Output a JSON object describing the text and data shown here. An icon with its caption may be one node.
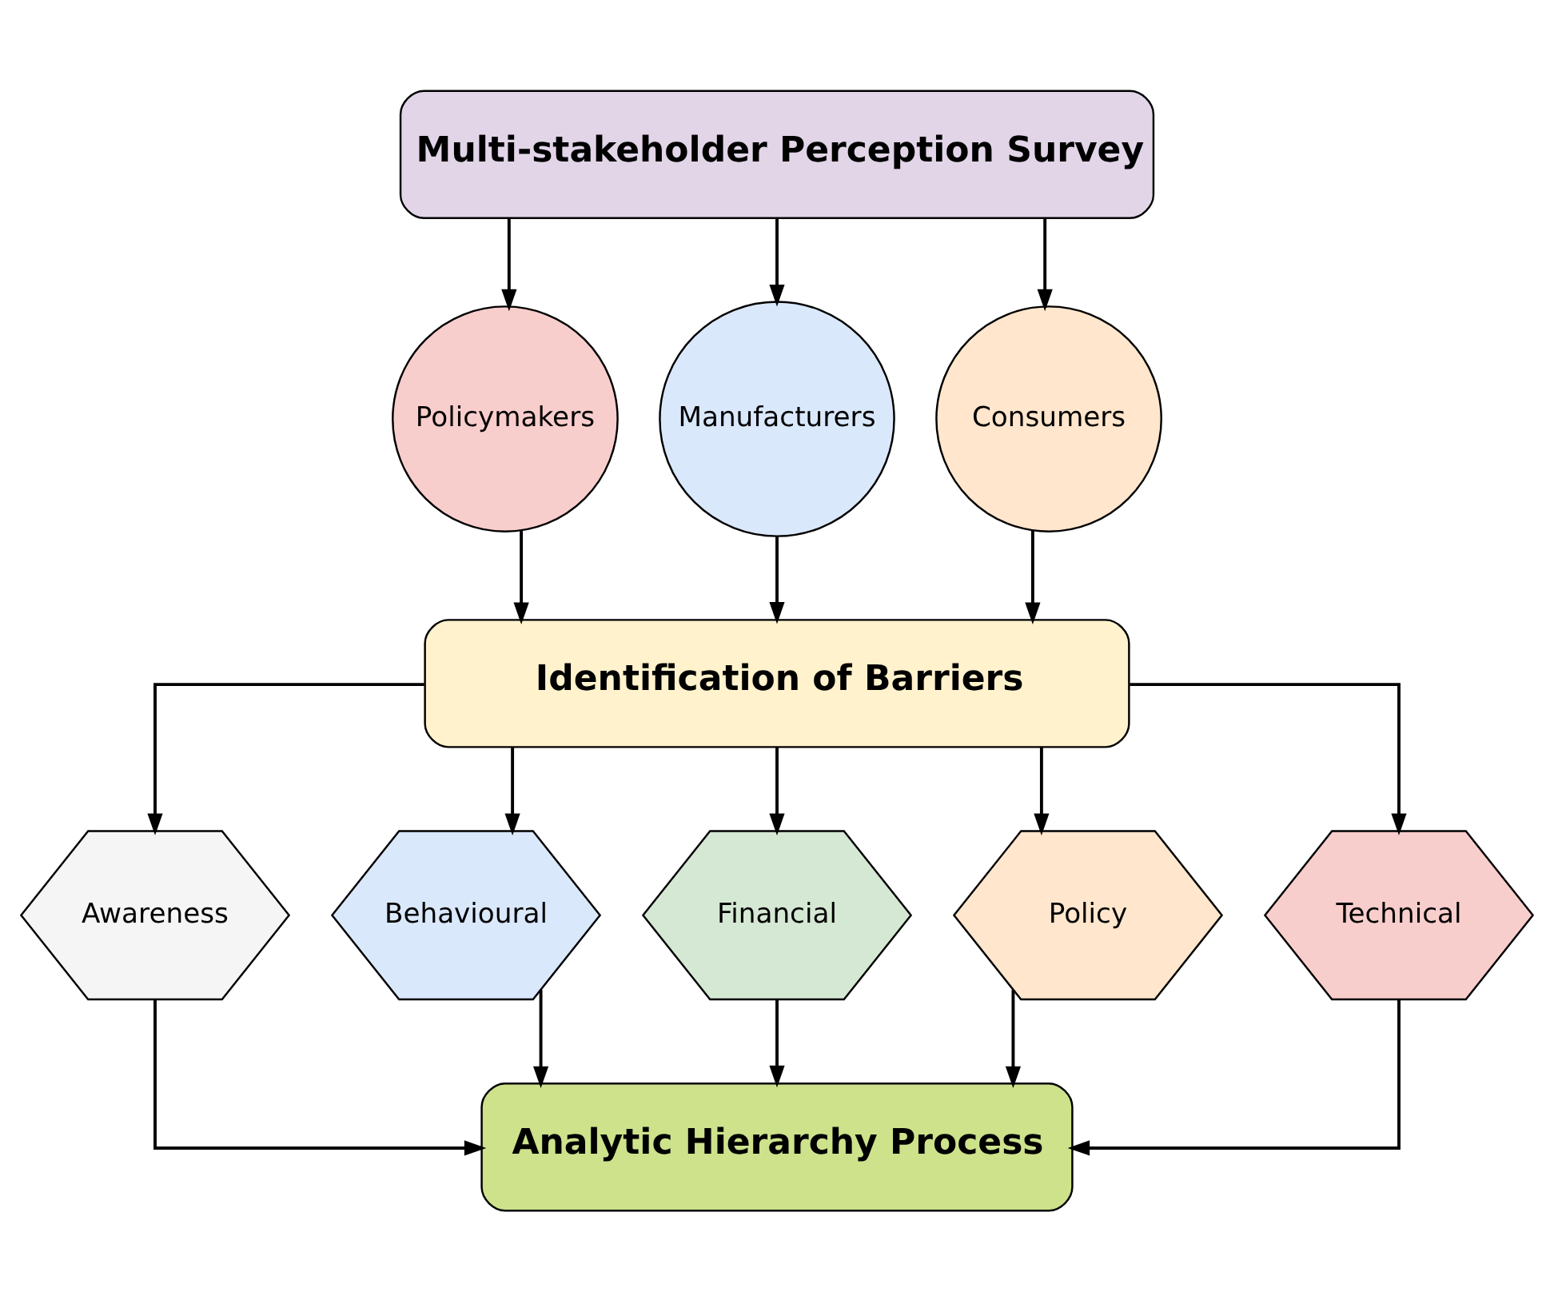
{
  "diagram": {
    "nodes": [
      {
        "text": [
          "Multi-stakeholder Perception Survey"
        ]
      },
      {
        "text": [
          "Policymakers"
        ]
      },
      {
        "text": [
          "Manufacturers"
        ]
      },
      {
        "text": [
          "Consumers"
        ]
      },
      {
        "text": [
          "Identification of Barriers"
        ]
      },
      {
        "text": [
          "Awareness"
        ]
      },
      {
        "text": [
          "Behavioural"
        ]
      },
      {
        "text": [
          "Financial"
        ]
      },
      {
        "text": [
          "Policy"
        ]
      },
      {
        "text": [
          "Technical"
        ]
      },
      {
        "text": [
          "Analytic Hierarchy Process"
        ]
      }
    ],
    "edges": [
      {
        "from": 0,
        "to": 1,
        "arrow": "to"
      },
      {
        "from": 0,
        "to": 2,
        "arrow": "to"
      },
      {
        "from": 0,
        "to": 3,
        "arrow": "to"
      },
      {
        "from": 1,
        "to": 4,
        "arrow": "to"
      },
      {
        "from": 2,
        "to": 4,
        "arrow": "to"
      },
      {
        "from": 3,
        "to": 4,
        "arrow": "to"
      },
      {
        "from": 4,
        "to": 5,
        "arrow": "to"
      },
      {
        "from": 4,
        "to": 6,
        "arrow": "to"
      },
      {
        "from": 4,
        "to": 7,
        "arrow": "to"
      },
      {
        "from": 4,
        "to": 8,
        "arrow": "to"
      },
      {
        "from": 4,
        "to": 9,
        "arrow": "to"
      },
      {
        "from": 5,
        "to": 10,
        "arrow": "to"
      },
      {
        "from": 6,
        "to": 10,
        "arrow": "to"
      },
      {
        "from": 7,
        "to": 10,
        "arrow": "to"
      },
      {
        "from": 8,
        "to": 10,
        "arrow": "to"
      },
      {
        "from": 9,
        "to": 10,
        "arrow": "to"
      }
    ]
  }
}
